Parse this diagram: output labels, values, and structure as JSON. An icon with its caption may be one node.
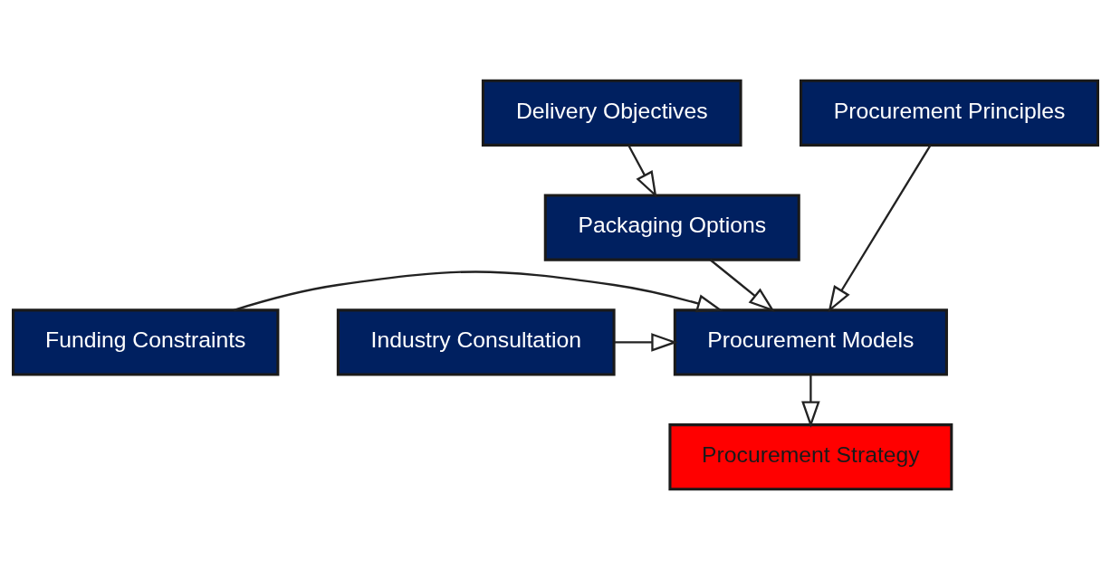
{
  "diagram": {
    "nodes": [
      {
        "text": [
          "Delivery Objectives"
        ]
      },
      {
        "text": [
          "Procurement Principles"
        ]
      },
      {
        "text": [
          "Packaging Options"
        ]
      },
      {
        "text": [
          "Funding Constraints"
        ]
      },
      {
        "text": [
          "Procurement Models"
        ]
      },
      {
        "text": [
          "Industry Consultation"
        ]
      },
      {
        "text": [
          "Procurement Strategy"
        ]
      }
    ],
    "edges": [
      {
        "from": 0,
        "to": 2,
        "arrow": "to"
      },
      {
        "from": 1,
        "to": 4,
        "arrow": "to"
      },
      {
        "from": 2,
        "to": 4,
        "arrow": "to"
      },
      {
        "from": 3,
        "to": 4,
        "arrow": "to"
      },
      {
        "from": 5,
        "to": 4,
        "arrow": "to"
      },
      {
        "from": 4,
        "to": 6,
        "arrow": "to"
      }
    ]
  }
}
